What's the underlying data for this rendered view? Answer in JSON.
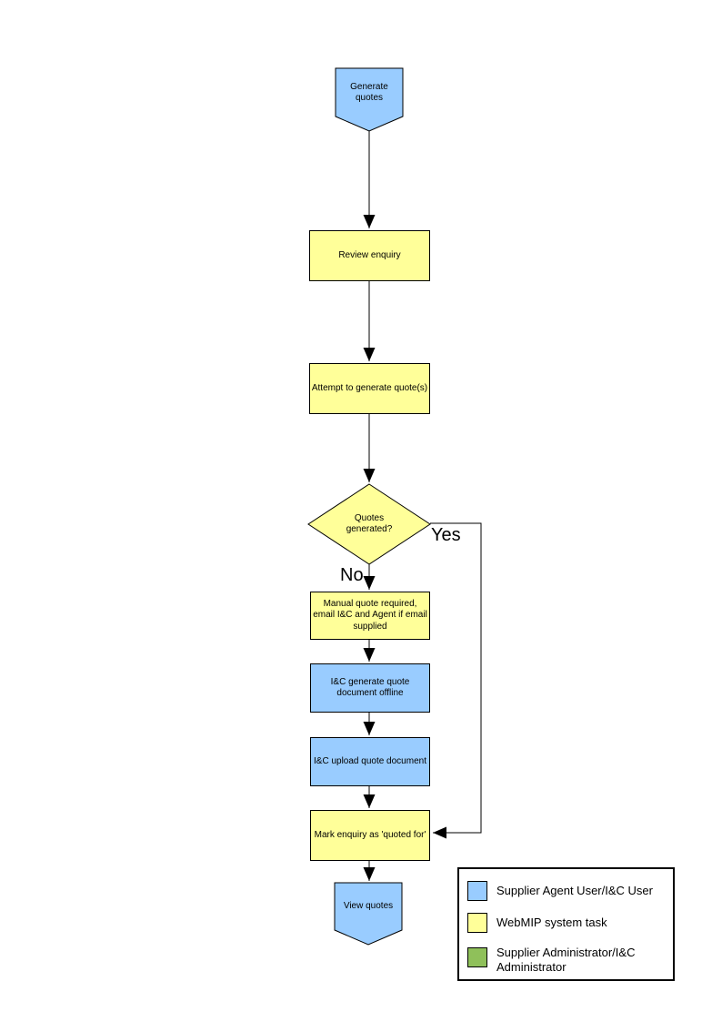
{
  "diagram": {
    "nodes": {
      "start": {
        "label": "Generate quotes"
      },
      "review": {
        "label": "Review enquiry"
      },
      "attempt": {
        "label": "Attempt to generate quote(s)"
      },
      "decision": {
        "label": "Quotes generated?"
      },
      "manual": {
        "label": "Manual quote required, email I&C and Agent if email supplied"
      },
      "offline": {
        "label": "I&C generate quote document offline"
      },
      "upload": {
        "label": "I&C upload quote document"
      },
      "mark": {
        "label": "Mark enquiry as 'quoted for'"
      },
      "end": {
        "label": "View quotes"
      }
    },
    "branches": {
      "yes": "Yes",
      "no": "No"
    }
  },
  "legend": {
    "items": [
      {
        "label": "Supplier Agent User/I&C User",
        "color": "#99CCFF"
      },
      {
        "label": "WebMIP system task",
        "color": "#FFFF99"
      },
      {
        "label": "Supplier Administrator/I&C Administrator",
        "color": "#8FC05A"
      }
    ]
  },
  "colors": {
    "task_blue": "#99CCFF",
    "task_yellow": "#FFFF99",
    "admin_green": "#8FC05A",
    "line_black": "#000000"
  }
}
